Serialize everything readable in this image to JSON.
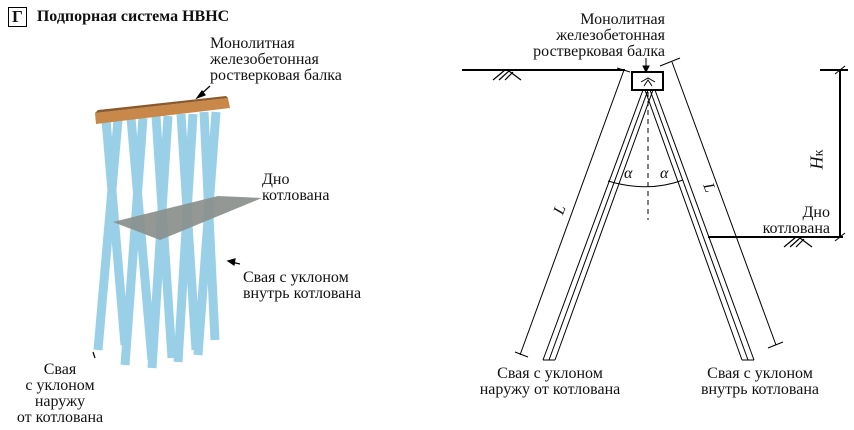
{
  "title": {
    "badge": "Г",
    "text": "Подпорная система НВНС"
  },
  "left": {
    "beam_label": [
      "Монолитная",
      "железобетонная",
      "ростверковая балка"
    ],
    "bottom_label": [
      "Дно",
      "котлована"
    ],
    "pile_inward_label": [
      "Свая с уклоном",
      "внутрь котлована"
    ],
    "pile_outward_label": [
      "Свая",
      "с уклоном",
      "наружу",
      "от котлована"
    ],
    "colors": {
      "beam": "#c8884a",
      "pile": "#8fcbe6",
      "plate": "#8a8f8c"
    }
  },
  "right": {
    "beam_label": [
      "Монолитная",
      "железобетонная",
      "ростверковая балка"
    ],
    "bottom_label": [
      "Дно",
      "котлована"
    ],
    "length_symbol": "L",
    "angle_symbol": "α",
    "depth_symbol": "H",
    "depth_subscript": "к",
    "pile_outward_label": [
      "Свая с уклоном",
      "наружу от котлована"
    ],
    "pile_inward_label": [
      "Свая с уклоном",
      "внутрь котлована"
    ]
  }
}
